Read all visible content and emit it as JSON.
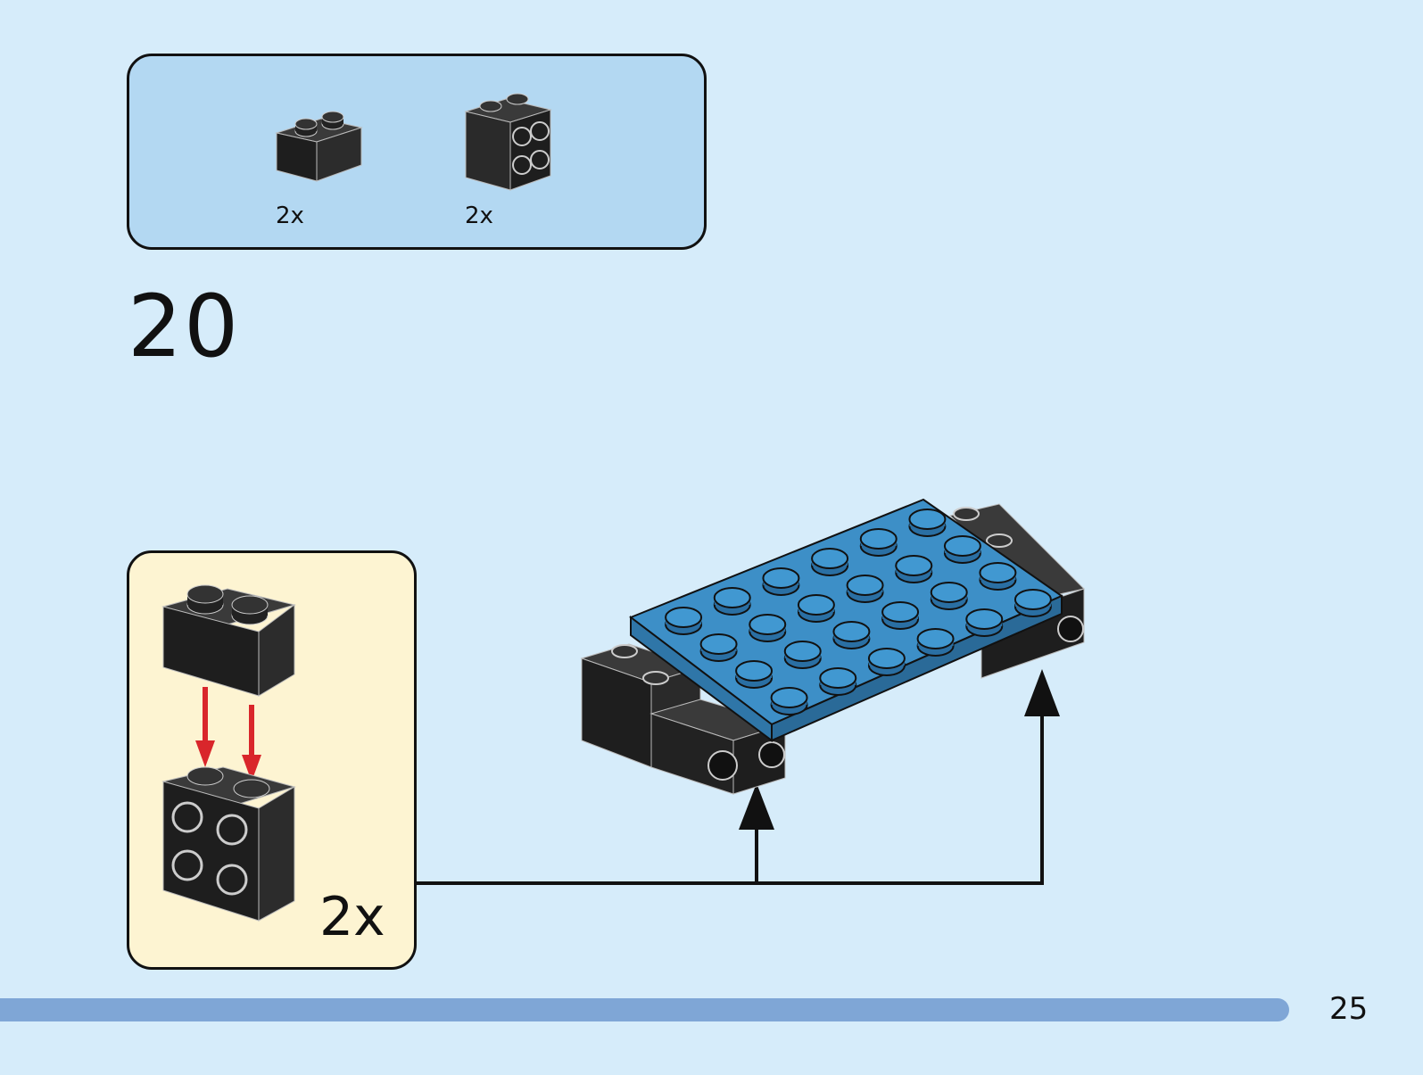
{
  "parts_list": {
    "items": [
      {
        "part": "brick-1x2",
        "quantity": "2x"
      },
      {
        "part": "brick-1x2-with-side-studs",
        "quantity": "2x"
      }
    ]
  },
  "step": {
    "number": "20"
  },
  "sub_assembly": {
    "quantity": "2x"
  },
  "page": {
    "number": "25"
  },
  "colors": {
    "background": "#d6ecfa",
    "parts_box": "#b3d8f2",
    "sub_box": "#fdf4d2",
    "brick": "#1e1e1e",
    "plate": "#3d8fc7",
    "arrow_red": "#d9262b",
    "page_bar": "#7fa6d6"
  }
}
